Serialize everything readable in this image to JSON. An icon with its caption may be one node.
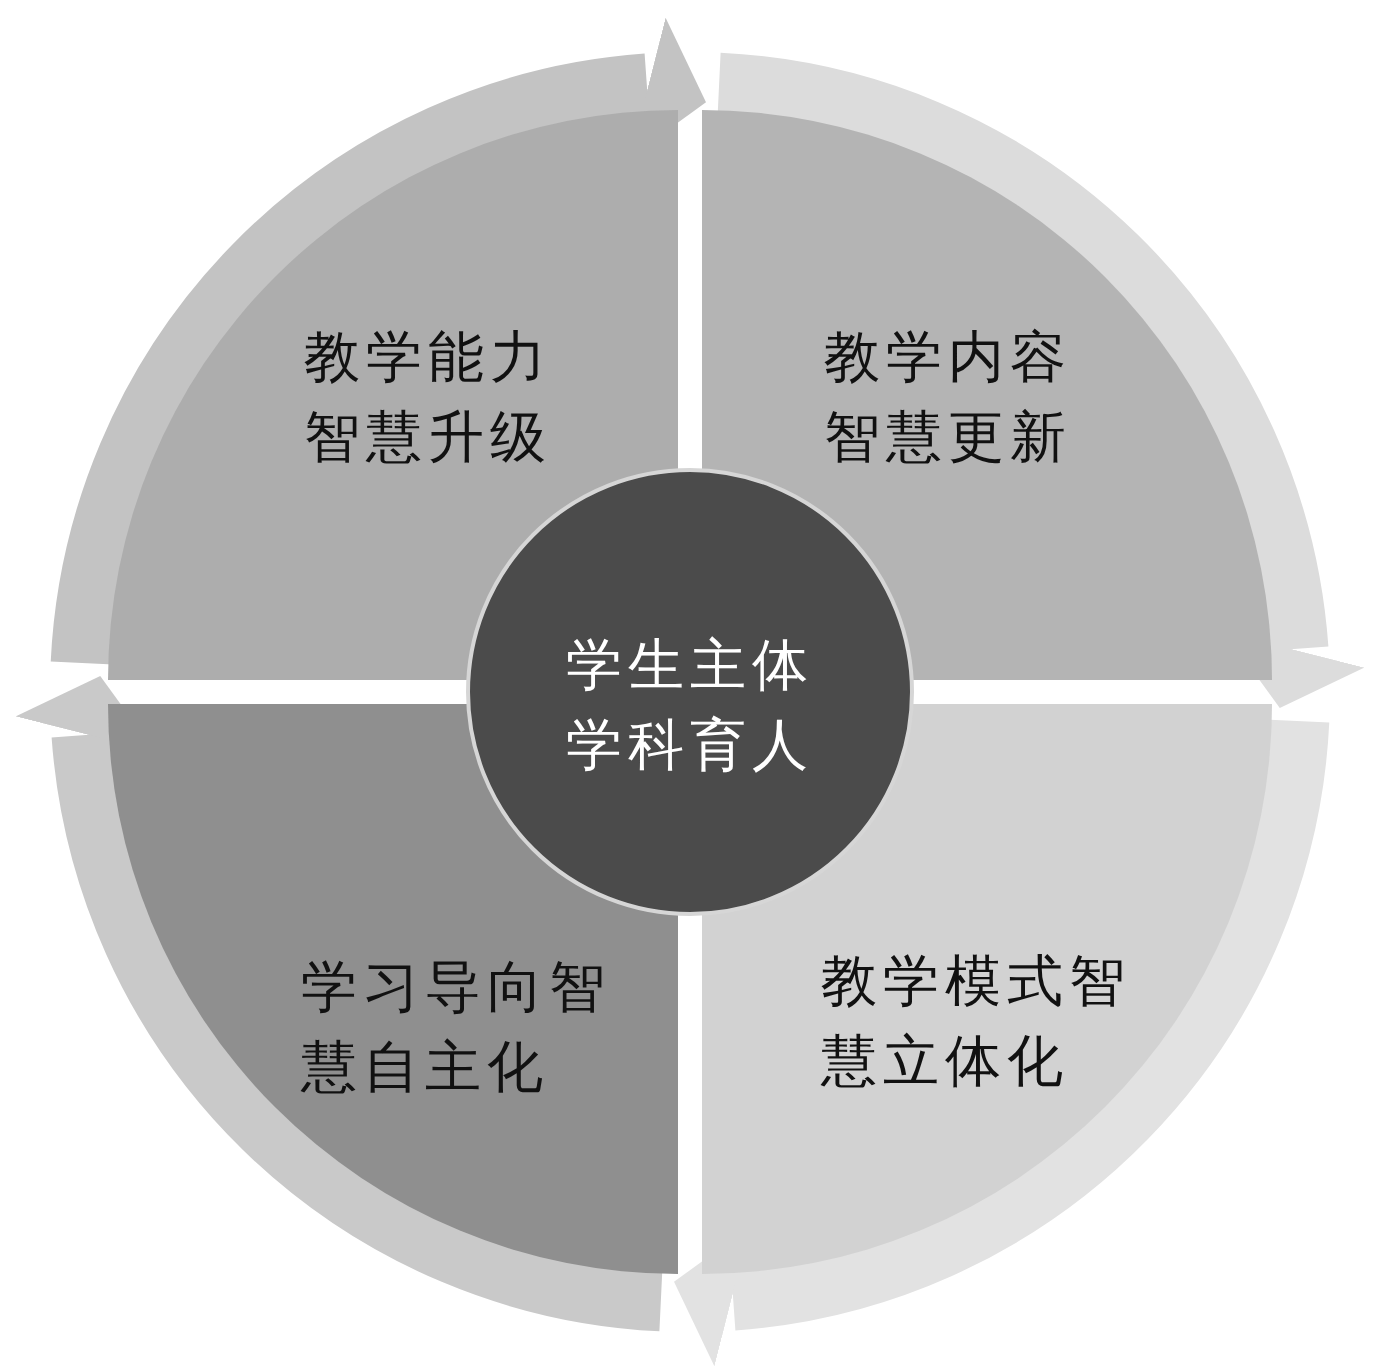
{
  "diagram": {
    "nodes": [
      {
        "text": [
          "教学能力智慧升级"
        ]
      },
      {
        "text": [
          "教学内容智慧更新"
        ]
      },
      {
        "text": [
          "学生主体学科育人"
        ]
      },
      {
        "text": [
          "学习导向智慧自主化"
        ]
      },
      {
        "text": [
          "教学模式智慧立体化"
        ]
      }
    ],
    "edges": [
      {
        "from": 0,
        "to": 1,
        "arrow": "to"
      },
      {
        "from": 1,
        "to": 4,
        "arrow": "to"
      },
      {
        "from": 4,
        "to": 3,
        "arrow": "to"
      },
      {
        "from": 3,
        "to": 0,
        "arrow": "to"
      }
    ]
  }
}
